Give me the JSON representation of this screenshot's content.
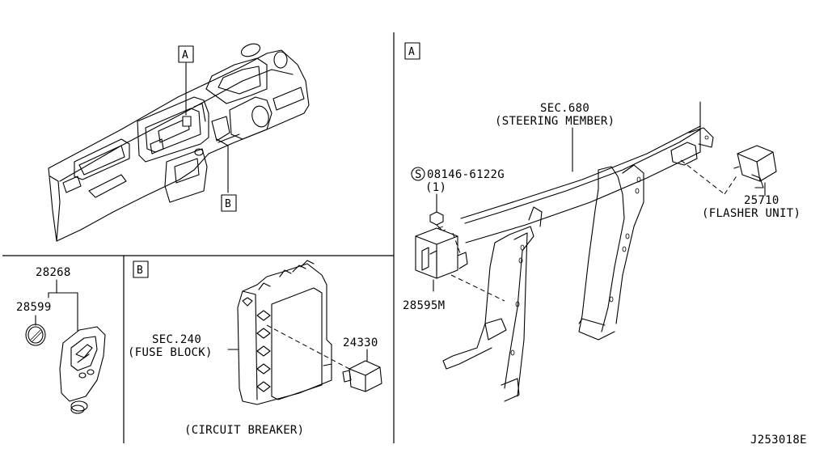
{
  "top_left": {
    "callout_a": "A",
    "callout_b": "B"
  },
  "key_fob": {
    "part_upper": "28268",
    "part_lower": "28599"
  },
  "panel_b": {
    "tag": "B",
    "sec_ref": "SEC.240",
    "sec_name": "(FUSE BLOCK)",
    "part": "24330",
    "caption": "(CIRCUIT BREAKER)"
  },
  "panel_a": {
    "tag": "A",
    "sec_ref": "SEC.680",
    "sec_name": "(STEERING MEMBER)",
    "bolt_symbol": "S",
    "bolt_part": "08146-6122G",
    "bolt_qty": "(1)",
    "flasher_part": "25710",
    "flasher_name": "(FLASHER UNIT)",
    "relay_part": "28595M"
  },
  "footer": {
    "diagram_id": "J253018E"
  }
}
